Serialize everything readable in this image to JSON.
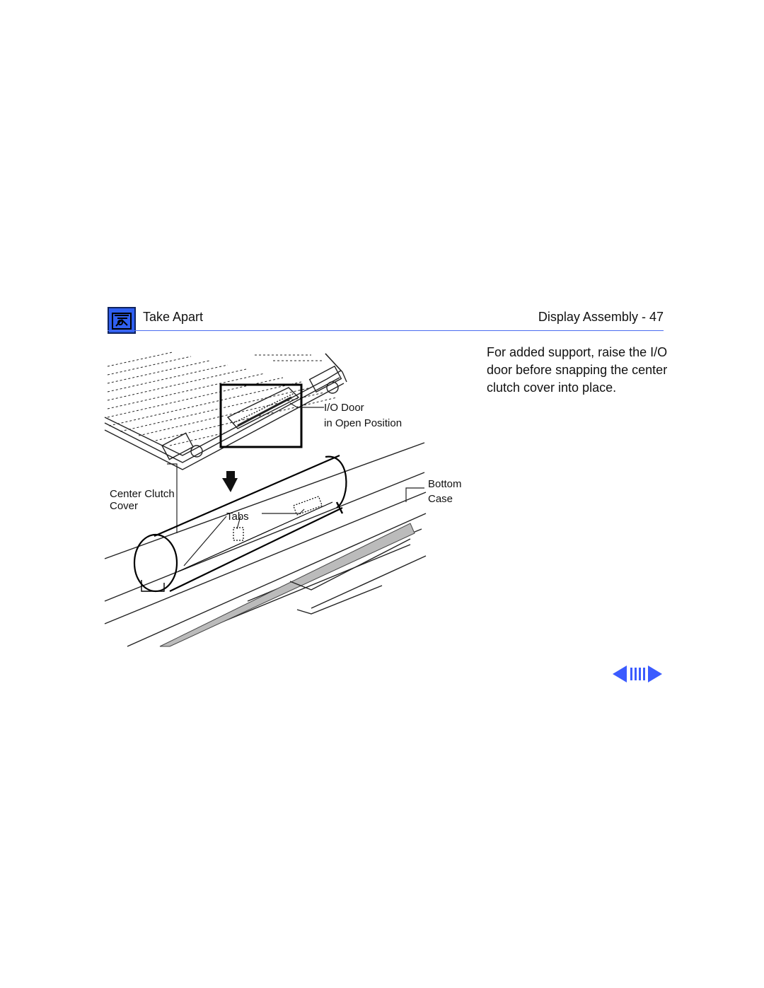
{
  "header": {
    "section_title": "Take Apart",
    "page_title": "Display Assembly",
    "page_separator": "-",
    "page_number": "47",
    "logo_icon": "tool-chest-icon",
    "rule_color": "#4a6cf0"
  },
  "body": {
    "instruction": "For added support, raise the I/O door before snapping the center clutch cover into place."
  },
  "figure": {
    "labels": {
      "io_door_line1": "I/O Door",
      "io_door_line2": "in Open Position",
      "bottom_case_line1": "Bottom",
      "bottom_case_line2": "Case",
      "center_clutch_line1": "Center Clutch",
      "center_clutch_line2": "Cover",
      "tabs": "Tabs"
    }
  },
  "navigation": {
    "prev_icon": "left-arrow-icon",
    "index_icon": "index-bars-icon",
    "next_icon": "right-arrow-icon",
    "accent_color": "#3b5bff"
  }
}
